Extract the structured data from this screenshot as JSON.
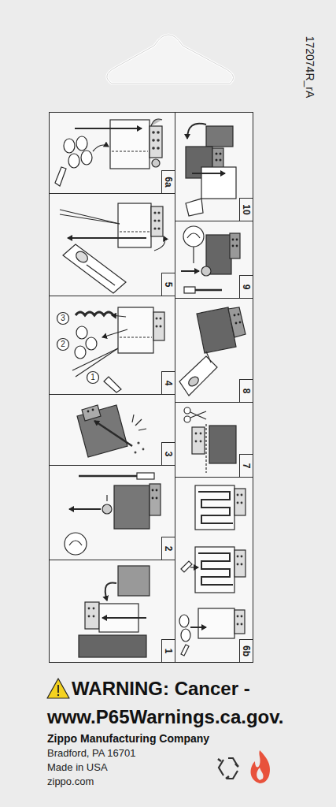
{
  "diagram": {
    "nodes": [
      {
        "text": [
          "6a"
        ]
      },
      {
        "text": [
          "10"
        ]
      },
      {
        "text": [
          "5"
        ]
      },
      {
        "text": [
          "9"
        ]
      },
      {
        "text": [
          "4"
        ]
      },
      {
        "text": [
          "8"
        ]
      },
      {
        "text": [
          "3"
        ]
      },
      {
        "text": [
          "7"
        ]
      },
      {
        "text": [
          "2"
        ]
      },
      {
        "text": [
          "6b"
        ]
      },
      {
        "text": [
          "1"
        ]
      }
    ],
    "labels": [
      "172074R_rA",
      "3",
      "2",
      "1",
      "WARNING: Cancer - www.P65Warnings.ca.gov.",
      "Zippo Manufacturing Company",
      "Bradford, PA 16701",
      "Made in USA",
      "zippo.com"
    ]
  }
}
